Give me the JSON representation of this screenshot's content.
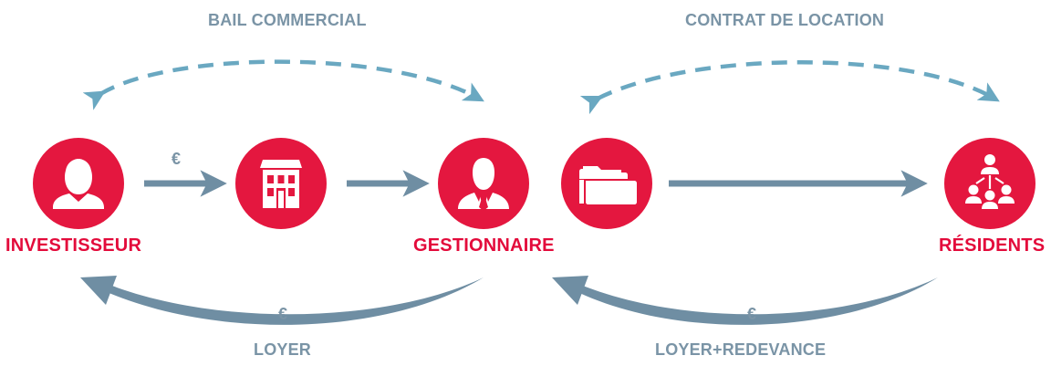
{
  "top_labels": {
    "left": "BAIL COMMERCIAL",
    "right": "CONTRAT DE LOCATION"
  },
  "nodes": {
    "investor": "INVESTISSEUR",
    "manager": "GESTIONNAIRE",
    "residents": "RÉSIDENTS"
  },
  "bottom_labels": {
    "left": "LOYER",
    "right": "LOYER+REDEVANCE"
  },
  "currency": {
    "top": "€",
    "bottom_left": "€",
    "bottom_right": "€"
  },
  "icons": {
    "investor": "person-icon",
    "building": "building-icon",
    "manager": "businessman-icon",
    "folder": "folder-icon",
    "residents": "group-hierarchy-icon"
  },
  "colors": {
    "accent": "#e4173f",
    "label_red": "#e30b3b",
    "arrow_steel": "#6f8ea3",
    "dashed": "#6aa8c1",
    "label_grey": "#7a94a6"
  }
}
